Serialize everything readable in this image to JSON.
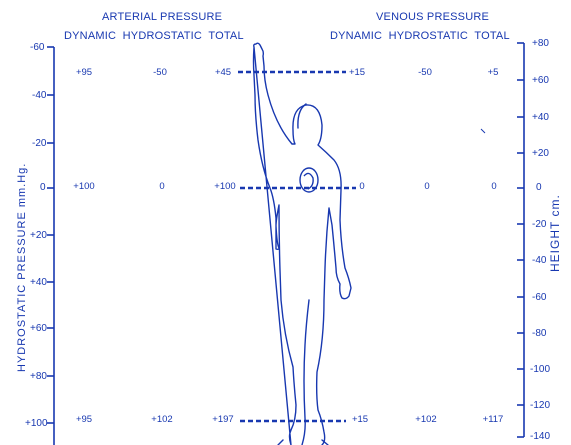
{
  "headers": {
    "arterial_title": "ARTERIAL PRESSURE",
    "venous_title": "VENOUS PRESSURE",
    "arterial_columns": "DYNAMIC  HYDROSTATIC  TOTAL",
    "venous_columns": "DYNAMIC  HYDROSTATIC  TOTAL"
  },
  "left_axis": {
    "label": "HYDROSTATIC PRESSURE  mm.Hg.",
    "ticks": [
      "-60",
      "-40",
      "-20",
      "0",
      "+20",
      "+40",
      "+60",
      "+80",
      "+100"
    ]
  },
  "right_axis": {
    "label": "HEIGHT  cm.",
    "ticks": [
      "+80",
      "+60",
      "+40",
      "+20",
      "0",
      "-20",
      "-40",
      "-60",
      "-80",
      "-100",
      "-120",
      "-140"
    ]
  },
  "levels": [
    {
      "name": "raised-hand",
      "arterial": [
        "+95",
        "-50",
        "+45"
      ],
      "venous": [
        "+15",
        "-50",
        "+5"
      ]
    },
    {
      "name": "heart",
      "arterial": [
        "+100",
        "0",
        "+100"
      ],
      "venous": [
        "0",
        "0",
        "0"
      ]
    },
    {
      "name": "feet",
      "arterial": [
        "+95",
        "+102",
        "+197"
      ],
      "venous": [
        "+15",
        "+102",
        "+117"
      ]
    }
  ],
  "colors": {
    "ink": "#1838b0",
    "background": "#ffffff"
  }
}
